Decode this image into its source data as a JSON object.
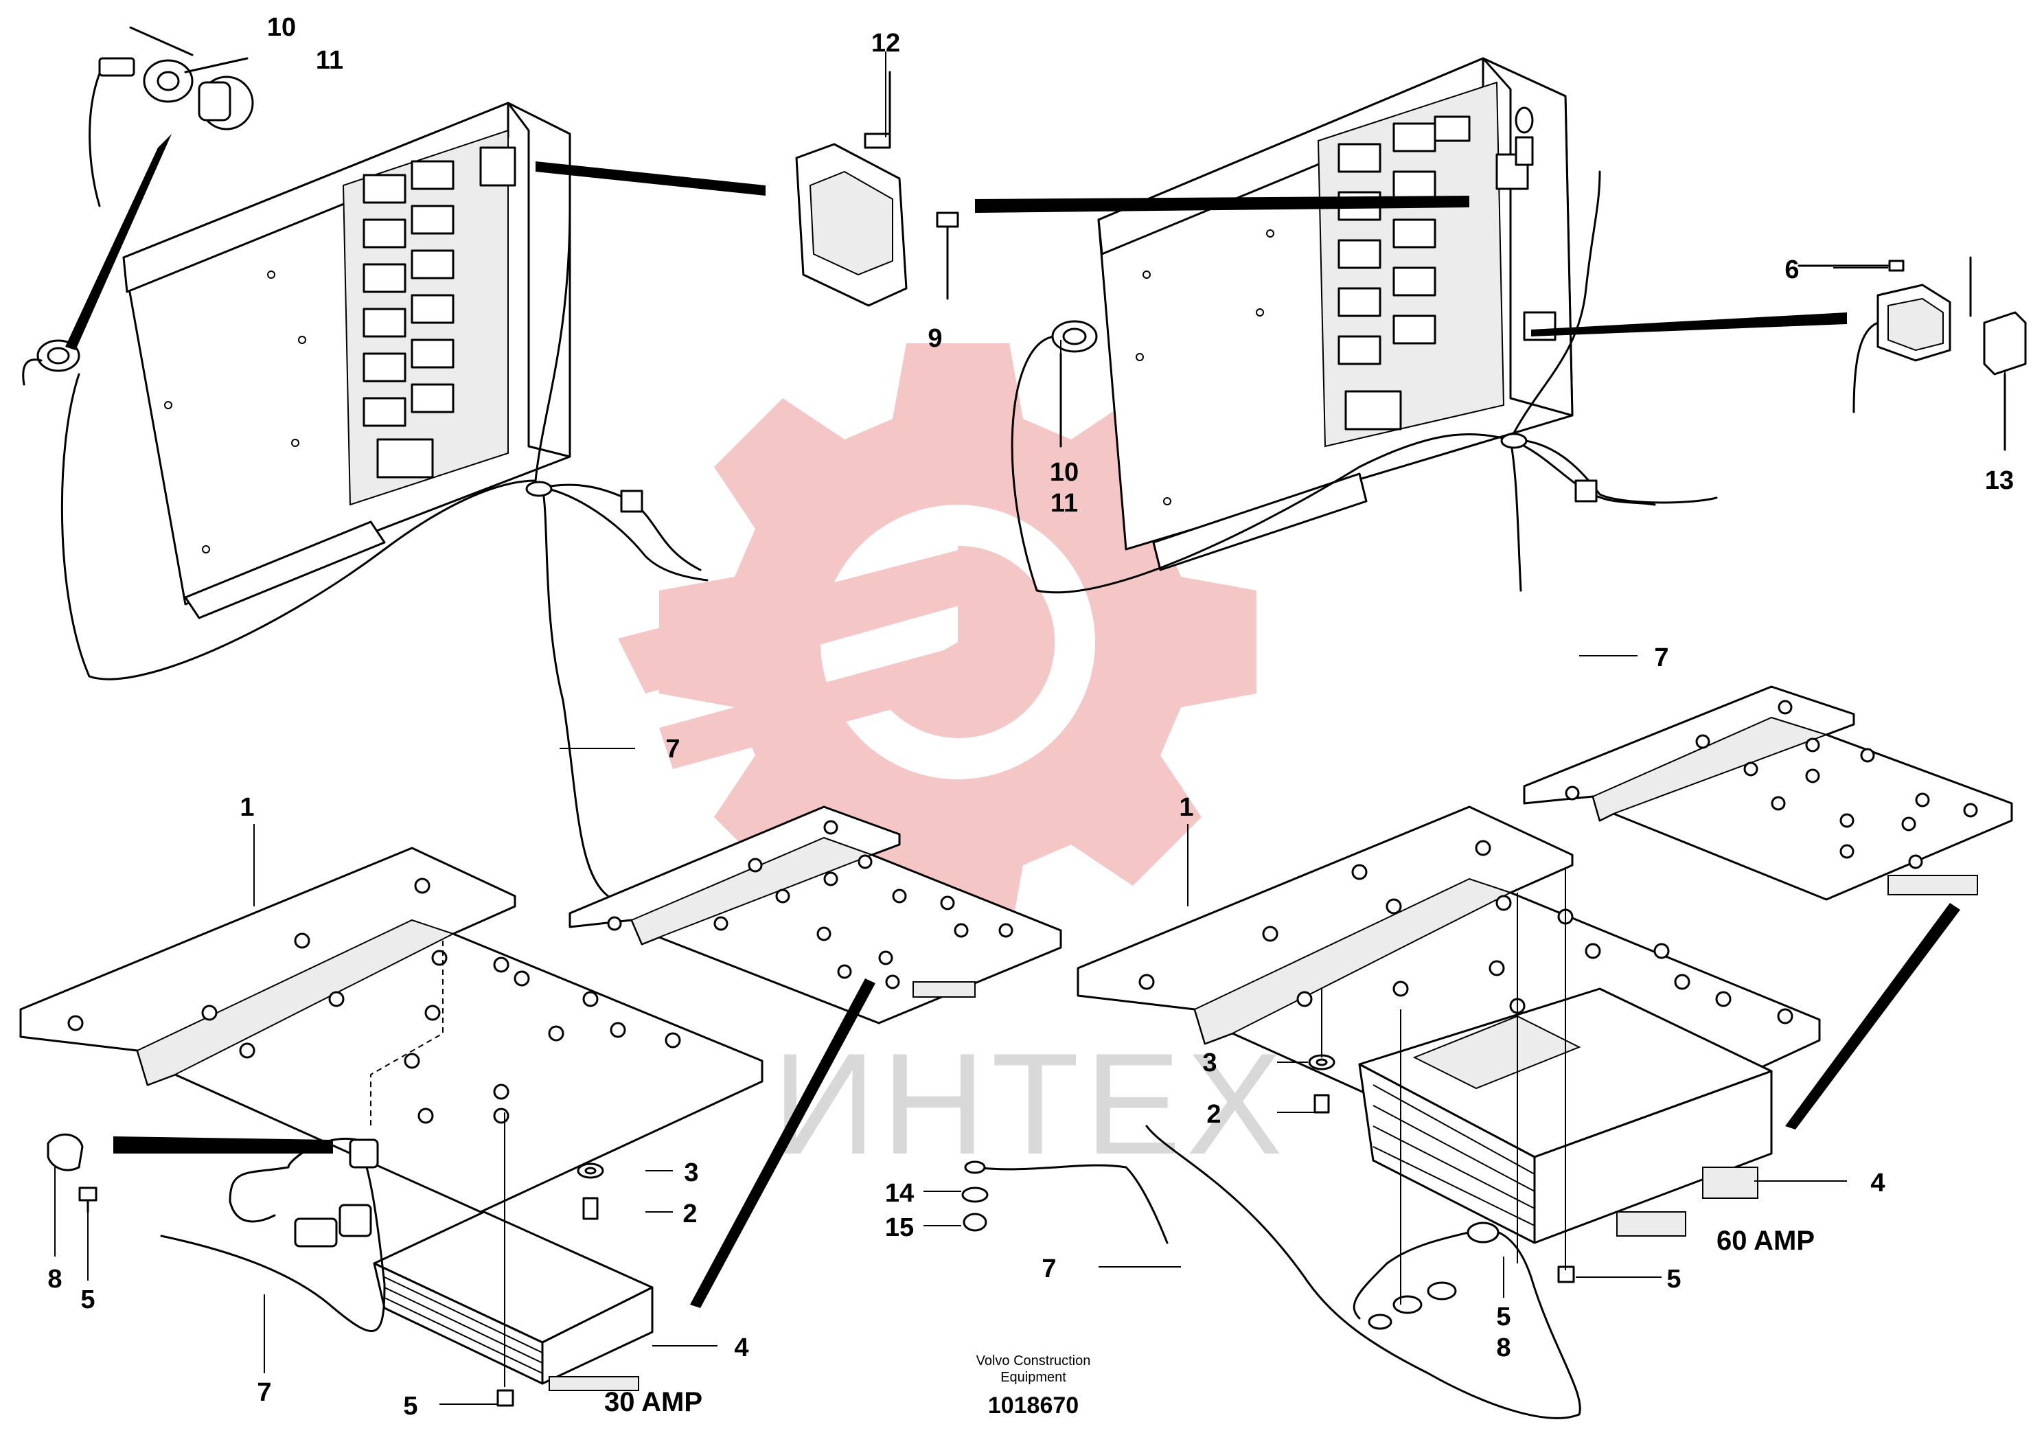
{
  "diagram": {
    "callouts": {
      "c10_top": "10",
      "c11_top": "11",
      "c12": "12",
      "c9": "9",
      "c10_mid": "10",
      "c11_mid": "11",
      "c6": "6",
      "c13": "13",
      "c7_left": "7",
      "c7_right_top": "7",
      "c7_bottom_left": "7",
      "c7_bottom_mid": "7",
      "c1_left": "1",
      "c1_right": "1",
      "c3_left": "3",
      "c2_left": "2",
      "c3_right": "3",
      "c2_right": "2",
      "c8_left": "8",
      "c5_left": "5",
      "c4_left": "4",
      "c5_bottom": "5",
      "c14": "14",
      "c15": "15",
      "c4_right": "4",
      "c5_right": "5",
      "c5_mid": "5",
      "c8_mid": "8"
    },
    "amp_left": "30 AMP",
    "amp_right": "60 AMP",
    "footer_line1": "Volvo Construction",
    "footer_line2": "Equipment",
    "doc_number": "1018670",
    "watermark": "ИНТЕХ",
    "colors": {
      "line": "#000000",
      "watermark_logo": "#f4c6c6",
      "watermark_text": "#d8d8d8"
    }
  }
}
